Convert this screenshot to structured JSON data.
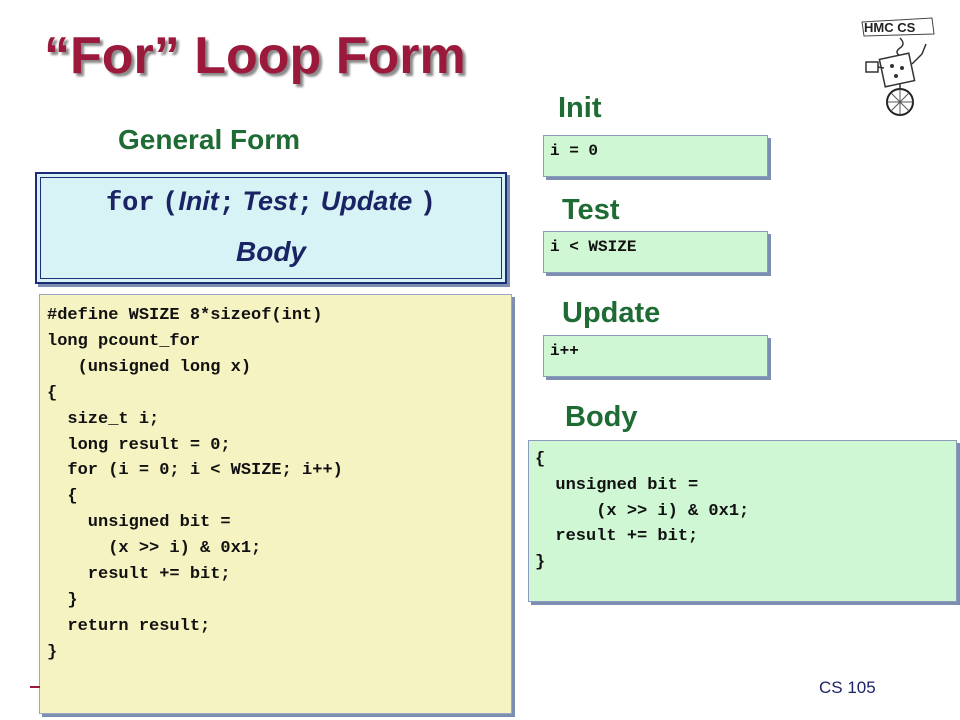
{
  "slide": {
    "title": "“For” Loop Form",
    "footer": "CS 105"
  },
  "logo": {
    "label": "HMC CS",
    "icon": "robot-logo-icon"
  },
  "general_form": {
    "heading": "General Form",
    "for_keyword": "for",
    "open_paren": "(",
    "init": "Init",
    "semi1": ";",
    "test": "Test",
    "semi2": ";",
    "update": "Update",
    "close_paren": ")",
    "body": "Body"
  },
  "code": {
    "listing": "#define WSIZE 8*sizeof(int)\nlong pcount_for\n   (unsigned long x)\n{\n  size_t i;\n  long result = 0;\n  for (i = 0; i < WSIZE; i++)\n  {\n    unsigned bit =\n      (x >> i) & 0x1;\n    result += bit;\n  }\n  return result;\n}"
  },
  "parts": {
    "init_heading": "Init",
    "init_code": "i = 0",
    "test_heading": "Test",
    "test_code": "i < WSIZE",
    "update_heading": "Update",
    "update_code": "i++",
    "body_heading": "Body",
    "body_code": "{\n  unsigned bit =\n      (x >> i) & 0x1;\n  result += bit;\n}"
  },
  "colors": {
    "title": "#9b1a3b",
    "heading": "#1e6b34",
    "general_box_bg": "#d7f3f5",
    "general_box_border": "#1e2d7a",
    "code_box_bg": "#f6f3c2",
    "part_box_bg": "#cff7d3"
  }
}
